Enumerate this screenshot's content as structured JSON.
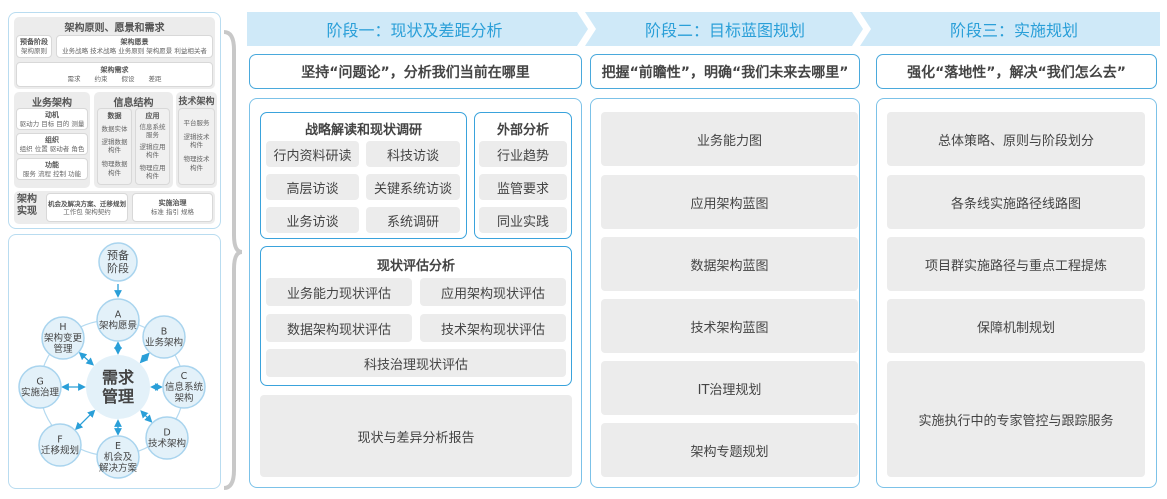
{
  "left_top": {
    "title": "架构原则、愿景和需求",
    "prelim": {
      "title": "预备阶段",
      "items": "架构原则"
    },
    "vision": {
      "title": "架构愿景",
      "items": "业务战略 技术战略 业务原则 架构愿景 利益相关者"
    },
    "req": {
      "title": "架构需求",
      "items": [
        "需求",
        "约束",
        "假设",
        "差距"
      ]
    },
    "business": {
      "title": "业务架构",
      "groups": [
        {
          "title": "动机",
          "items": "驱动力 目标 目的 测量"
        },
        {
          "title": "组织",
          "items": "组织 位置 驱动者 角色"
        },
        {
          "title": "功能",
          "items": "服务 流程 控制 功能"
        }
      ]
    },
    "info": {
      "title": "信息结构",
      "data": {
        "title": "数据",
        "items": [
          "数据实体",
          "逻辑数据构件",
          "物理数据构件"
        ]
      },
      "app": {
        "title": "应用",
        "items": [
          "信息系统服务",
          "逻辑应用构件",
          "物理应用构件"
        ]
      }
    },
    "tech": {
      "title": "技术架构",
      "items": [
        "平台服务",
        "逻辑技术构件",
        "物理技术构件"
      ]
    },
    "impl": {
      "title": "架构实现",
      "opp": {
        "title": "机会及解决方案、迁移规划",
        "items": "工作包 架构契约"
      },
      "gov": {
        "title": "实施治理",
        "items": "标准 指引 规格"
      }
    }
  },
  "cycle": {
    "center": "需求管理",
    "prelim": "预备阶段",
    "phases": [
      {
        "letter": "A",
        "label": "架构愿景"
      },
      {
        "letter": "B",
        "label": "业务架构"
      },
      {
        "letter": "C",
        "label": "信息系统架构"
      },
      {
        "letter": "D",
        "label": "技术架构"
      },
      {
        "letter": "E",
        "label": "机会及解决方案"
      },
      {
        "letter": "F",
        "label": "迁移规划"
      },
      {
        "letter": "G",
        "label": "实施治理"
      },
      {
        "letter": "H",
        "label": "架构变更管理"
      }
    ]
  },
  "stages": [
    {
      "title": "阶段一：现状及差距分析",
      "subtitle": "坚持“问题论”，分析我们当前在哪里"
    },
    {
      "title": "阶段二：目标蓝图规划",
      "subtitle": "把握“前瞻性”，明确“我们未来去哪里”"
    },
    {
      "title": "阶段三：实施规划",
      "subtitle": "强化“落地性”，解决“我们怎么去”"
    }
  ],
  "stage1": {
    "strategy": {
      "title": "战略解读和现状调研",
      "items": [
        "行内资料研读",
        "科技访谈",
        "高层访谈",
        "关键系统访谈",
        "业务访谈",
        "系统调研"
      ]
    },
    "external": {
      "title": "外部分析",
      "items": [
        "行业趋势",
        "监管要求",
        "同业实践"
      ]
    },
    "assess": {
      "title": "现状评估分析",
      "items": [
        "业务能力现状评估",
        "应用架构现状评估",
        "数据架构现状评估",
        "技术架构现状评估",
        "科技治理现状评估"
      ]
    },
    "report": "现状与差异分析报告"
  },
  "stage2": {
    "items": [
      "业务能力图",
      "应用架构蓝图",
      "数据架构蓝图",
      "技术架构蓝图",
      "IT治理规划",
      "架构专题规划"
    ]
  },
  "stage3": {
    "items": [
      "总体策略、原则与阶段划分",
      "各条线实施路径线路图",
      "项目群实施路径与重点工程提炼",
      "保障机制规划",
      "实施执行中的专家管控与跟踪服务"
    ]
  },
  "colors": {
    "accent": "#2a9fd8",
    "band": "#cfe9f8",
    "box": "#ececec",
    "circle": "#e3f1f9"
  }
}
